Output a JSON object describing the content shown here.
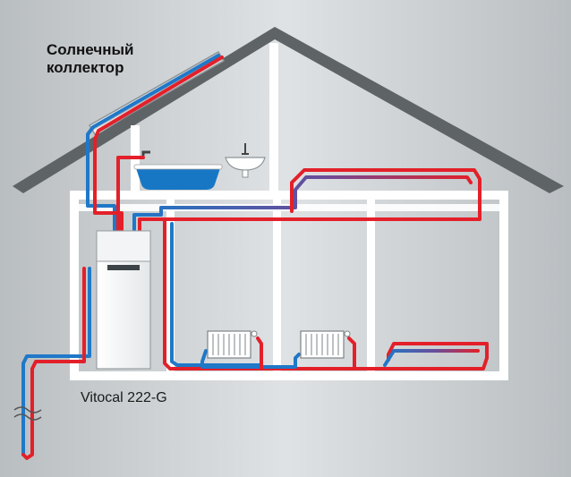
{
  "labels": {
    "collector_line1": "Солнечный",
    "collector_line2": "коллектор",
    "unit": "Vitocal 222-G"
  },
  "colors": {
    "background": "#c4c8cb",
    "house_frame": "#ffffff",
    "roof": "#5e6366",
    "supply_pipe": "#e3202a",
    "return_pipe": "#1f78c8",
    "bathtub": "#1877c5"
  },
  "icons": {
    "solar_collector": "solar-panel-icon",
    "bathtub": "bathtub-icon",
    "sink": "sink-icon",
    "radiator": "radiator-icon",
    "heat_pump": "heat-pump-unit-icon",
    "ground_probe": "ground-probe-icon"
  }
}
